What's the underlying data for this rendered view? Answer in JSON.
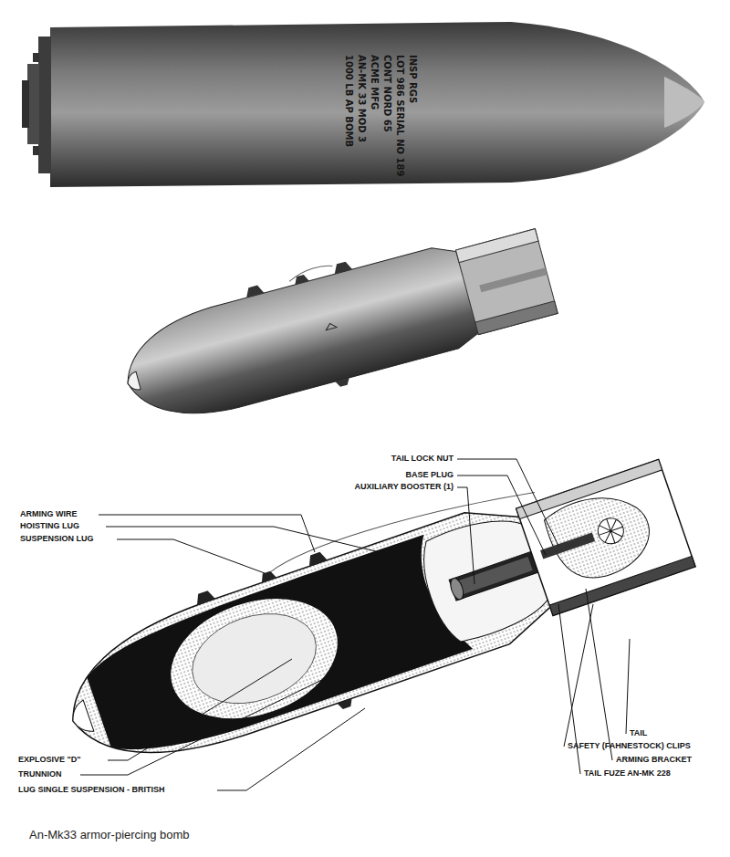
{
  "diagram": {
    "caption": "An-Mk33 armor-piercing bomb",
    "labels": [
      "1000 LB AP BOMB",
      "AN-MK 33 MOD 3",
      "ACME MFG",
      "CONT NORD 65",
      "LOT 986 SERIAL NO 189",
      "INSP RGS",
      "TAIL LOCK NUT",
      "BASE PLUG",
      "AUXILIARY BOOSTER (1)",
      "ARMING WIRE",
      "HOISTING LUG",
      "SUSPENSION LUG",
      "EXPLOSIVE \"D\"",
      "TRUNNION",
      "LUG SINGLE SUSPENSION - BRITISH",
      "TAIL",
      "SAFETY (FAHNESTOCK) CLIPS",
      "ARMING BRACKET",
      "TAIL FUZE AN-MK 228"
    ]
  }
}
